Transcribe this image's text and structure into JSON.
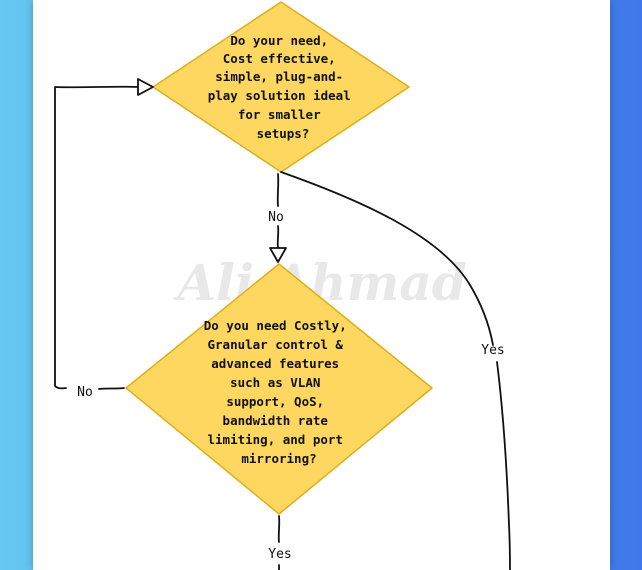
{
  "diagram": {
    "watermark": "Ali Ahmad",
    "node_color": "#fdd760",
    "node_stroke": "#e0ad1b",
    "nodes": [
      {
        "id": "q1",
        "lines": [
          "Do your need,",
          "Cost effective,",
          "simple, plug-and-",
          "play solution ideal",
          "for smaller",
          "setups?"
        ]
      },
      {
        "id": "q2",
        "lines": [
          "Do you need Costly,",
          "Granular control &",
          "advanced features",
          "such as VLAN",
          "support, QoS,",
          "bandwidth rate",
          "limiting, and port",
          "mirroring?"
        ]
      }
    ],
    "edges": [
      {
        "id": "q1-no",
        "label": "No"
      },
      {
        "id": "q1-yes",
        "label": "Yes"
      },
      {
        "id": "q2-no",
        "label": "No"
      },
      {
        "id": "q2-yes",
        "label": "Yes"
      }
    ]
  }
}
